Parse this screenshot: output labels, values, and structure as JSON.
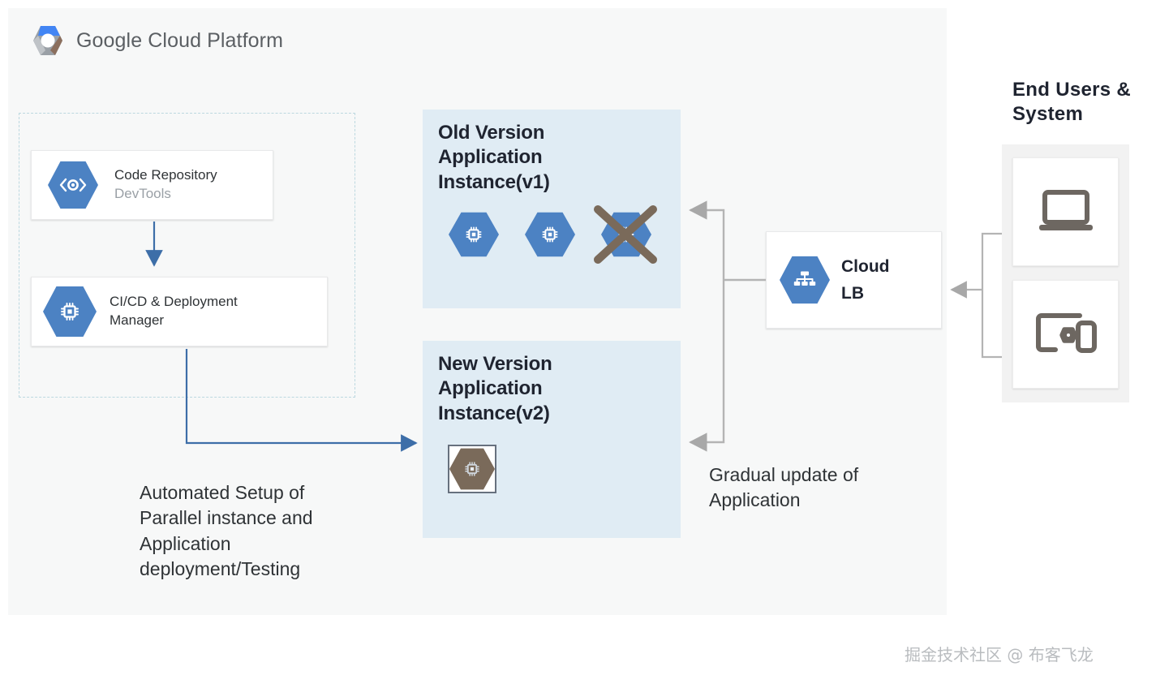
{
  "header": {
    "logo_icon": "gcp-hexagon-logo-icon",
    "title": "Google Cloud Platform"
  },
  "colors": {
    "hex_blue": "#4c82c3",
    "box_fill": "#e0ecf4",
    "panel_bg": "#f7f8f8",
    "dashed_border": "#bcd8e0",
    "blue_connector": "#3d6ea8",
    "gray_connector": "#b4b4b4",
    "cross_brown": "#7a6a5a",
    "text_dark": "#1f2430",
    "text_muted": "#9aa0a6",
    "watermark": "#b9bcbf"
  },
  "devops_group": {
    "name": "Automated deployment pipeline group",
    "cards": [
      {
        "icon": "source-repository-icon",
        "title": "Code Repository",
        "subtitle": "DevTools"
      },
      {
        "icon": "deployment-manager-chip-icon",
        "title": "CI/CD & Deployment",
        "subtitle": "Manager",
        "subtitle_muted": false
      }
    ]
  },
  "old_version": {
    "title": "Old Version\nApplication\nInstance(v1)",
    "title_lines": [
      "Old Version",
      "Application",
      "Instance(v1)"
    ],
    "instances": [
      {
        "icon": "compute-instance-hexagon-icon",
        "state": "active"
      },
      {
        "icon": "compute-instance-hexagon-icon",
        "state": "active"
      },
      {
        "icon": "compute-instance-hexagon-icon",
        "state": "decommissioned",
        "overlay": "x-cross-icon"
      }
    ]
  },
  "new_version": {
    "title_lines": [
      "New Version",
      "Application",
      "Instance(v2)"
    ],
    "instances": [
      {
        "icon": "compute-instance-hexagon-icon",
        "state": "provisioning",
        "overlay": "selection-box"
      }
    ]
  },
  "load_balancer": {
    "icon": "cloud-load-balancer-icon",
    "lines": [
      "Cloud",
      "LB"
    ]
  },
  "end_users": {
    "title_lines": [
      "End Users &",
      "System"
    ],
    "devices": [
      {
        "icon": "laptop-icon",
        "label": "laptop"
      },
      {
        "icon": "multi-device-icon",
        "label": "tablet-watch-phone"
      }
    ]
  },
  "annotations": [
    {
      "id": "automated-setup",
      "lines": [
        "Automated Setup of",
        "Parallel instance and",
        "Application",
        "deployment/Testing"
      ]
    },
    {
      "id": "gradual-update",
      "lines": [
        "Gradual  update  of",
        "Application"
      ]
    }
  ],
  "watermark": {
    "text": "掘金技术社区 @ 布客飞龙"
  }
}
